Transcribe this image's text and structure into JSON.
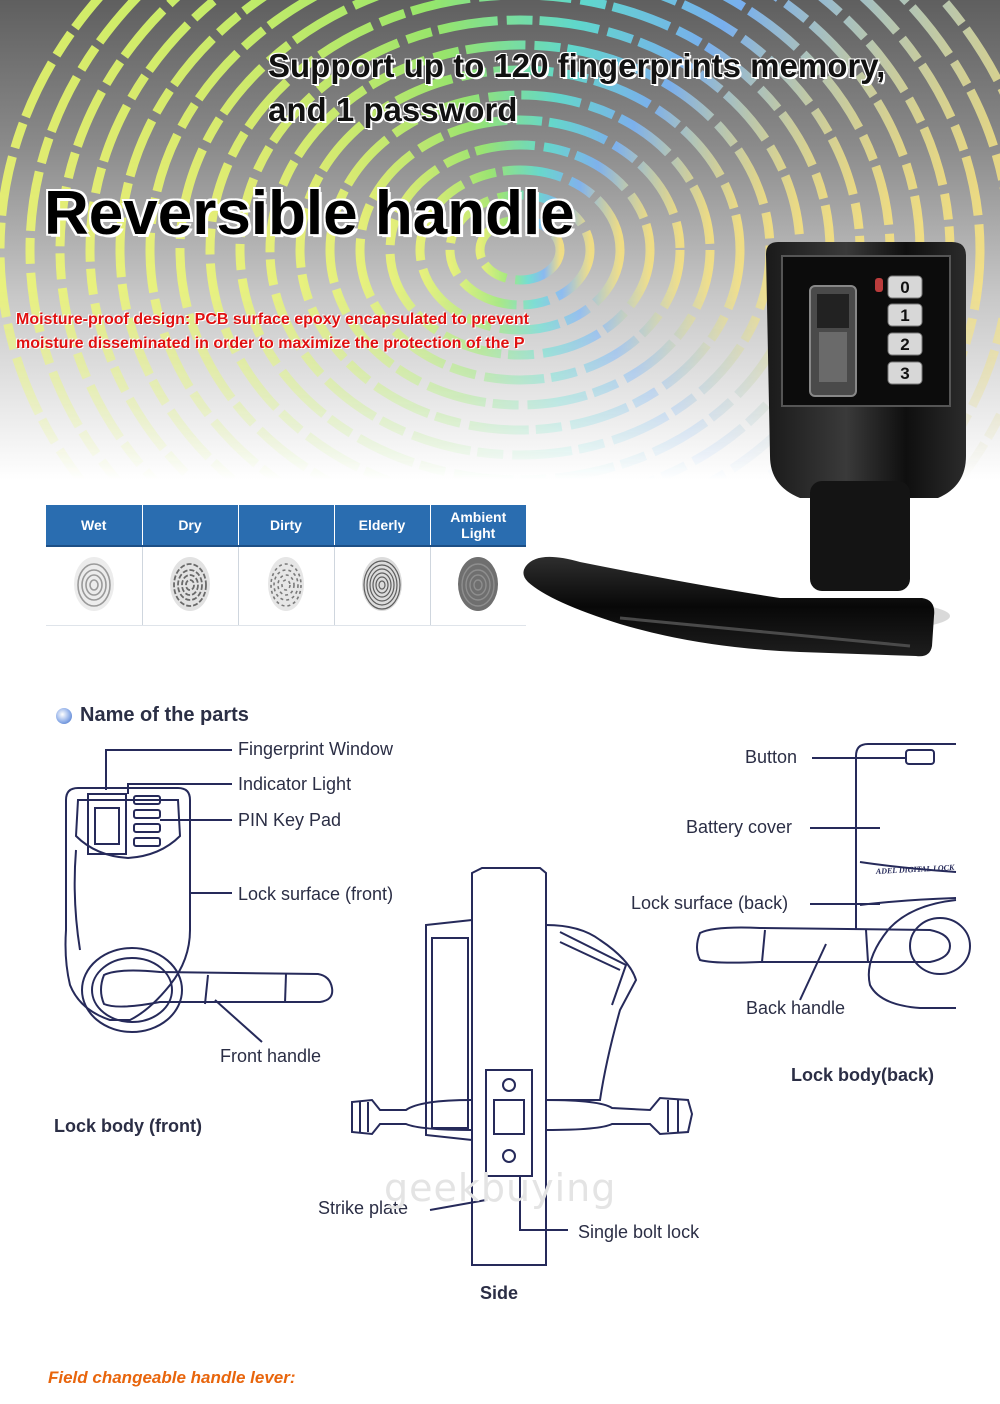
{
  "banner": {
    "headline_line1": "Support up to 120 fingerprints memory,",
    "headline_line2": "and 1 password",
    "title": "Reversible handle",
    "note_line1": "Moisture-proof design: PCB surface epoxy encapsulated to prevent",
    "note_line2": "moisture disseminated in order to maximize the protection of the P"
  },
  "keypad": {
    "keys": [
      "0",
      "1",
      "2",
      "3"
    ]
  },
  "finger_conditions": {
    "header_color": "#2a6db0",
    "columns": [
      "Wet",
      "Dry",
      "Dirty",
      "Elderly",
      "Ambient Light"
    ]
  },
  "parts": {
    "heading": "Name of the parts",
    "front_labels": {
      "fingerprint_window": "Fingerprint Window",
      "indicator_light": "Indicator Light",
      "pin_key_pad": "PIN Key Pad",
      "lock_surface_front": "Lock surface (front)",
      "front_handle": "Front handle",
      "caption": "Lock body (front)"
    },
    "side_labels": {
      "strike_plate": "Strike plate",
      "single_bolt_lock": "Single bolt lock",
      "caption": "Side"
    },
    "back_labels": {
      "button": "Button",
      "battery_cover": "Battery cover",
      "lock_surface_back": "Lock surface (back)",
      "back_handle": "Back handle",
      "caption": "Lock body(back)",
      "brand_text": "ADEL DIGITAL LOCK"
    }
  },
  "watermark": "geekbuying",
  "footer": {
    "note": "Field changeable handle lever:"
  }
}
